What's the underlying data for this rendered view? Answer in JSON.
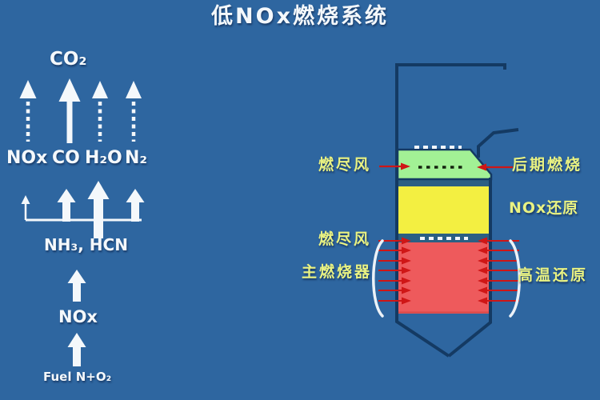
{
  "title": "低NOx燃烧系统",
  "left_flow": {
    "product_top": "CO₂",
    "products": [
      "NOx",
      "CO",
      "H₂O",
      "N₂"
    ],
    "intermediates": "NH₃, HCN",
    "nox": "NOx",
    "fuel": "Fuel N+O₂"
  },
  "furnace": {
    "overfire_air_upper": "燃尽风",
    "late_combustion": "后期燃烧",
    "nox_reduction": "NOx还原",
    "overfire_air_lower": "燃尽风",
    "main_burner": "主燃烧器",
    "high_temp_reduction": "高温还原"
  },
  "colors": {
    "background": "#2e66a0",
    "furnace_outline": "#143a63",
    "separator_band": "#2b5f83",
    "zone_green": "#a2f195",
    "zone_yellow": "#f3ef41",
    "zone_red": "#ee5a5c",
    "label_yellow": "#e9f282",
    "arrow_red": "#cf1616",
    "white": "#f4f8fb"
  }
}
